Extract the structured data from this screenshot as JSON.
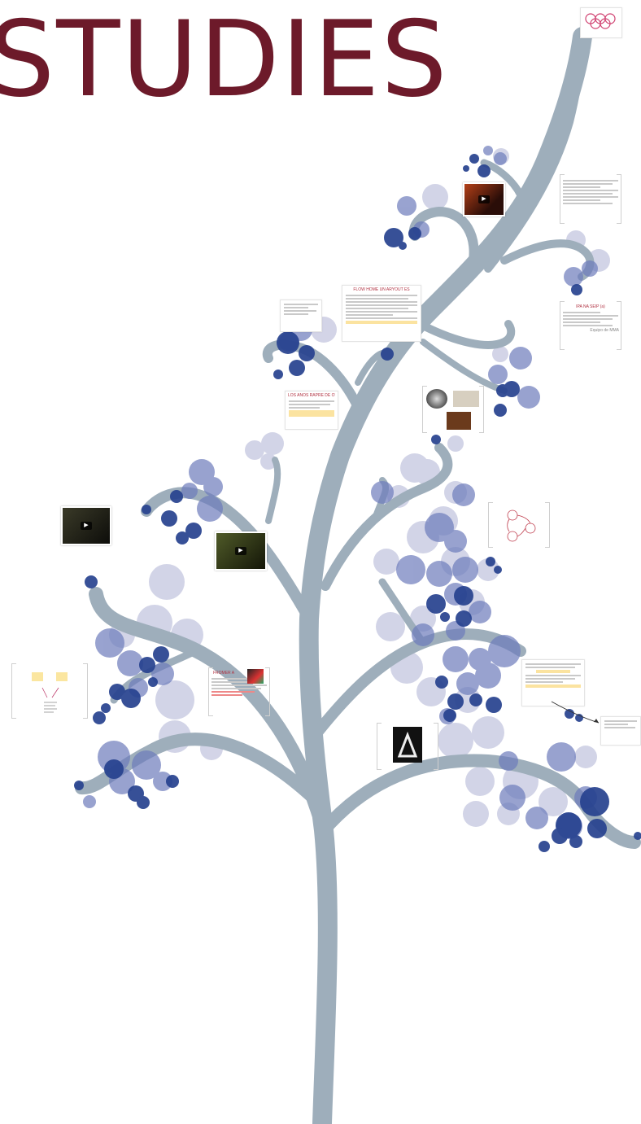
{
  "title": {
    "text": "STUDIES"
  },
  "colors": {
    "title": "#6d1a2a",
    "branch": "#9eaebb",
    "bubble_dark": "#27428f",
    "bubble_mid": "#6d7cbc",
    "bubble_light": "#c4c6df",
    "highlight": "#fbe3a0"
  },
  "icons": {
    "rings": "olympic-rings-icon",
    "cycle": "cycle-diagram-icon",
    "play": "play-icon"
  },
  "cards": {
    "rings_card": {
      "title": ""
    },
    "text_top_right": {
      "title": ""
    },
    "text_right": {
      "title": "IPA NA SEIP (a)",
      "footer": "Equipo de MMA"
    },
    "text_center_top": {
      "title": "FLOW HOME UN ARYOUT ES"
    },
    "text_center_small": {
      "title": ""
    },
    "text_center_left": {
      "title": "LOS ANOS RAPRE DE OTRE"
    },
    "text_lower_left": {
      "title": "FROMER A"
    },
    "text_lower_right": {
      "title": ""
    },
    "text_small_far_right": {
      "title": ""
    },
    "photo_caption": {
      "title": ""
    }
  },
  "media": {
    "video_count": 3,
    "play_symbol": "▶"
  }
}
